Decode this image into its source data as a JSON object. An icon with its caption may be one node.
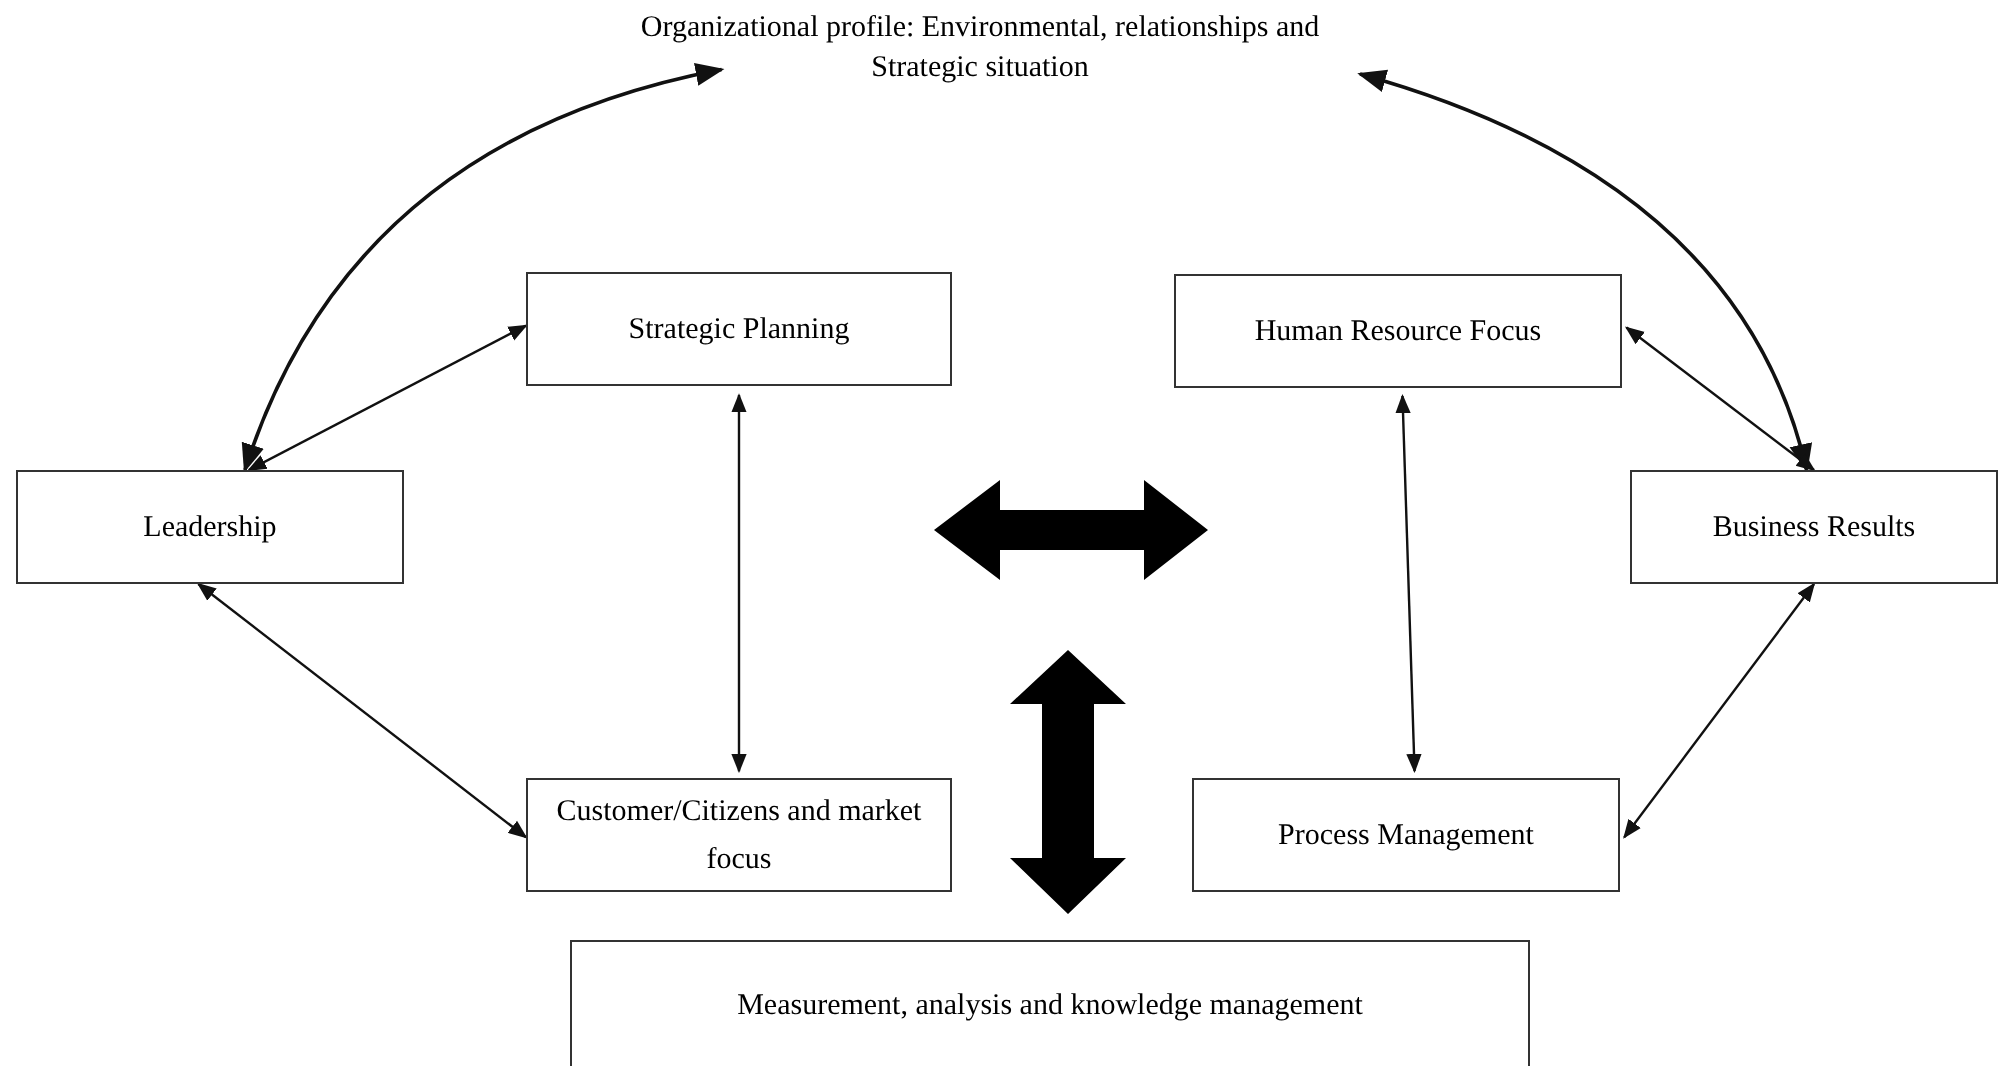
{
  "diagram": {
    "nodes": [
      {
        "text": [
          "Organizational profile: Environmental, relationships and Strategic situation"
        ]
      },
      {
        "text": [
          "Strategic Planning"
        ]
      },
      {
        "text": [
          "Human Resource Focus"
        ]
      },
      {
        "text": [
          "Leadership"
        ]
      },
      {
        "text": [
          "Business Results"
        ]
      },
      {
        "text": [
          "Customer/Citizens and market focus"
        ]
      },
      {
        "text": [
          "Process Management"
        ]
      },
      {
        "text": [
          "Measurement, analysis and knowledge management"
        ]
      }
    ],
    "edges": [
      {
        "from": 3,
        "to": 0,
        "arrow": "both"
      },
      {
        "from": 3,
        "to": 1,
        "arrow": "both"
      },
      {
        "from": 1,
        "to": 5,
        "arrow": "both"
      },
      {
        "from": 3,
        "to": 5,
        "arrow": "both"
      },
      {
        "from": 0,
        "to": 4,
        "arrow": "both"
      },
      {
        "from": 2,
        "to": 4,
        "arrow": "both"
      },
      {
        "from": 2,
        "to": 6,
        "arrow": "both"
      },
      {
        "from": 4,
        "to": 6,
        "arrow": "both"
      }
    ]
  }
}
